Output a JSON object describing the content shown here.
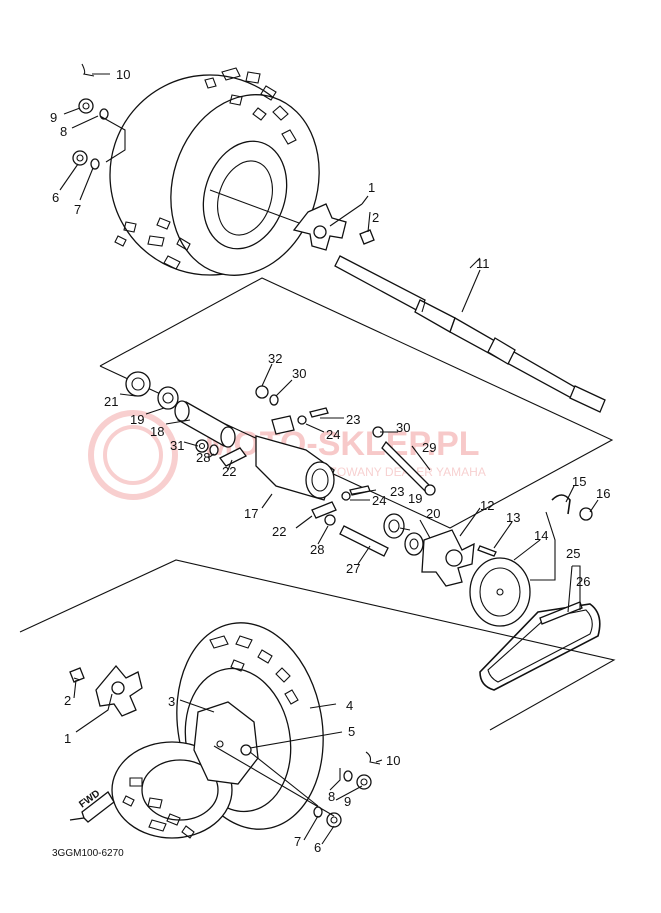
{
  "diagram": {
    "code": "3GGM100-6270",
    "watermark_main": "MOTO-SKLEP.PL",
    "watermark_sub": "AUTORYZOWANY DEALER YAMAHA",
    "fwd": "FWD",
    "labels": {
      "l1a": "1",
      "l2a": "2",
      "l6a": "6",
      "l7a": "7",
      "l8a": "8",
      "l9a": "9",
      "l10a": "10",
      "l11": "11",
      "l32": "32",
      "l30a": "30",
      "l21": "21",
      "l19a": "19",
      "l18": "18",
      "l31": "31",
      "l28a": "28",
      "l22a": "22",
      "l23a": "23",
      "l24a": "24",
      "l17": "17",
      "l30b": "30",
      "l29": "29",
      "l23b": "23",
      "l24b": "24",
      "l22b": "22",
      "l28b": "28",
      "l19b": "19",
      "l20": "20",
      "l12": "12",
      "l13": "13",
      "l27": "27",
      "l14": "14",
      "l15": "15",
      "l16": "16",
      "l25": "25",
      "l26": "26",
      "l3": "3",
      "l4": "4",
      "l5": "5",
      "l10b": "10",
      "l2b": "2",
      "l1b": "1",
      "l8b": "8",
      "l9b": "9",
      "l7b": "7",
      "l6b": "6"
    }
  }
}
